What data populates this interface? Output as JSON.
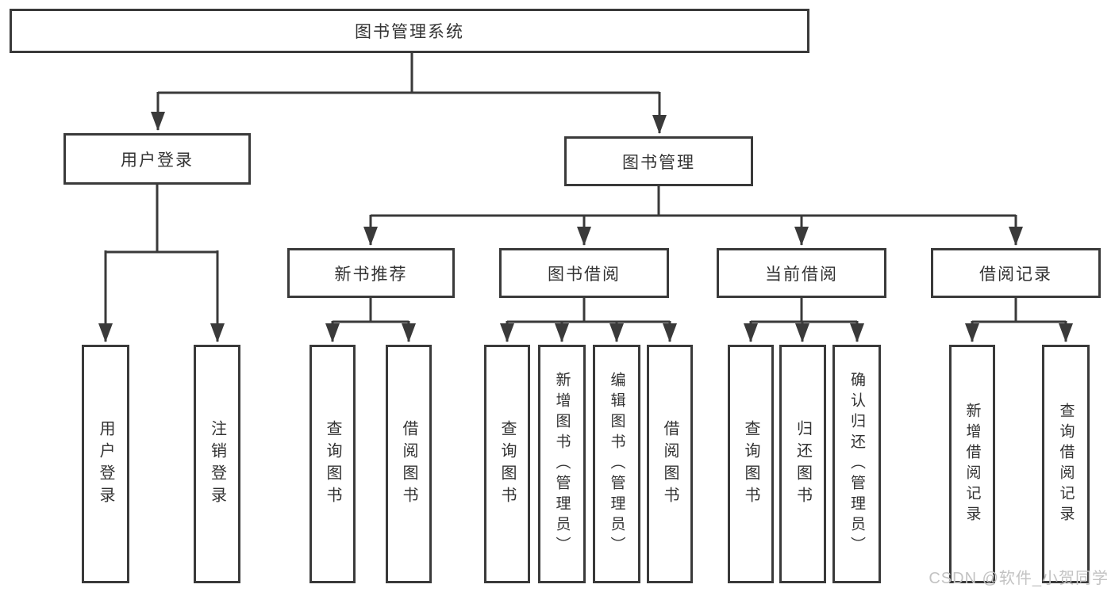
{
  "diagram": {
    "root": {
      "label": "图书管理系统"
    },
    "branches": [
      {
        "label": "用户登录"
      },
      {
        "label": "图书管理"
      }
    ],
    "modules": [
      {
        "label": "新书推荐"
      },
      {
        "label": "图书借阅"
      },
      {
        "label": "当前借阅"
      },
      {
        "label": "借阅记录"
      }
    ],
    "leaves": [
      {
        "label": "用户登录"
      },
      {
        "label": "注销登录"
      },
      {
        "label": "查询图书"
      },
      {
        "label": "借阅图书"
      },
      {
        "label": "查询图书"
      },
      {
        "label": "新增图书（管理员）"
      },
      {
        "label": "编辑图书（管理员）"
      },
      {
        "label": "借阅图书"
      },
      {
        "label": "查询图书"
      },
      {
        "label": "归还图书"
      },
      {
        "label": "确认归还（管理员）"
      },
      {
        "label": "新增借阅记录"
      },
      {
        "label": "查询借阅记录"
      }
    ]
  },
  "watermark": {
    "text": "CSDN @软件_小贺同学"
  },
  "colors": {
    "line": "#3a3a3a",
    "text": "#333333",
    "watermark": "#c3c3c3",
    "background": "#ffffff"
  }
}
